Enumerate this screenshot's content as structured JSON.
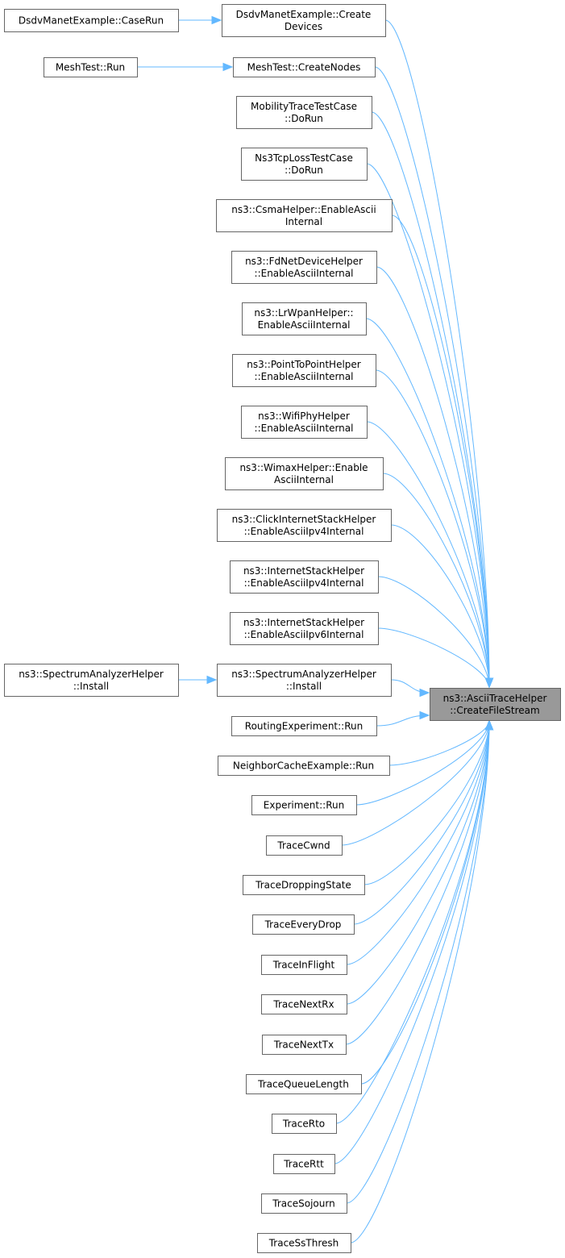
{
  "graph": {
    "target": {
      "id": "target",
      "lines": [
        "ns3::AsciiTraceHelper",
        "::CreateFileStream"
      ]
    },
    "callers": [
      {
        "id": "n1",
        "lines": [
          "DsdvManetExample::Create",
          "Devices"
        ]
      },
      {
        "id": "n2",
        "lines": [
          "MeshTest::CreateNodes"
        ]
      },
      {
        "id": "n3",
        "lines": [
          "MobilityTraceTestCase",
          "::DoRun"
        ]
      },
      {
        "id": "n4",
        "lines": [
          "Ns3TcpLossTestCase",
          "::DoRun"
        ]
      },
      {
        "id": "n5",
        "lines": [
          "ns3::CsmaHelper::EnableAscii",
          "Internal"
        ]
      },
      {
        "id": "n6",
        "lines": [
          "ns3::FdNetDeviceHelper",
          "::EnableAsciiInternal"
        ]
      },
      {
        "id": "n7",
        "lines": [
          "ns3::LrWpanHelper::",
          "EnableAsciiInternal"
        ]
      },
      {
        "id": "n8",
        "lines": [
          "ns3::PointToPointHelper",
          "::EnableAsciiInternal"
        ]
      },
      {
        "id": "n9",
        "lines": [
          "ns3::WifiPhyHelper",
          "::EnableAsciiInternal"
        ]
      },
      {
        "id": "n10",
        "lines": [
          "ns3::WimaxHelper::Enable",
          "AsciiInternal"
        ]
      },
      {
        "id": "n11",
        "lines": [
          "ns3::ClickInternetStackHelper",
          "::EnableAsciiIpv4Internal"
        ]
      },
      {
        "id": "n12",
        "lines": [
          "ns3::InternetStackHelper",
          "::EnableAsciiIpv4Internal"
        ]
      },
      {
        "id": "n13",
        "lines": [
          "ns3::InternetStackHelper",
          "::EnableAsciiIpv6Internal"
        ]
      },
      {
        "id": "n14",
        "lines": [
          "ns3::SpectrumAnalyzerHelper",
          "::Install"
        ]
      },
      {
        "id": "n15",
        "lines": [
          "RoutingExperiment::Run"
        ]
      },
      {
        "id": "n16",
        "lines": [
          "NeighborCacheExample::Run"
        ]
      },
      {
        "id": "n17",
        "lines": [
          "Experiment::Run"
        ]
      },
      {
        "id": "n18",
        "lines": [
          "TraceCwnd"
        ]
      },
      {
        "id": "n19",
        "lines": [
          "TraceDroppingState"
        ]
      },
      {
        "id": "n20",
        "lines": [
          "TraceEveryDrop"
        ]
      },
      {
        "id": "n21",
        "lines": [
          "TraceInFlight"
        ]
      },
      {
        "id": "n22",
        "lines": [
          "TraceNextRx"
        ]
      },
      {
        "id": "n23",
        "lines": [
          "TraceNextTx"
        ]
      },
      {
        "id": "n24",
        "lines": [
          "TraceQueueLength"
        ]
      },
      {
        "id": "n25",
        "lines": [
          "TraceRto"
        ]
      },
      {
        "id": "n26",
        "lines": [
          "TraceRtt"
        ]
      },
      {
        "id": "n27",
        "lines": [
          "TraceSojourn"
        ]
      },
      {
        "id": "n28",
        "lines": [
          "TraceSsThresh"
        ]
      }
    ],
    "secondary": [
      {
        "id": "s1",
        "lines": [
          "DsdvManetExample::CaseRun"
        ],
        "calls": "n1"
      },
      {
        "id": "s2",
        "lines": [
          "MeshTest::Run"
        ],
        "calls": "n2"
      },
      {
        "id": "s3",
        "lines": [
          "ns3::SpectrumAnalyzerHelper",
          "::Install"
        ],
        "calls": "n14"
      }
    ],
    "colors": {
      "edge": "#63b8ff",
      "node_border": "#666666",
      "target_fill": "#999999",
      "node_fill": "#ffffff"
    }
  }
}
